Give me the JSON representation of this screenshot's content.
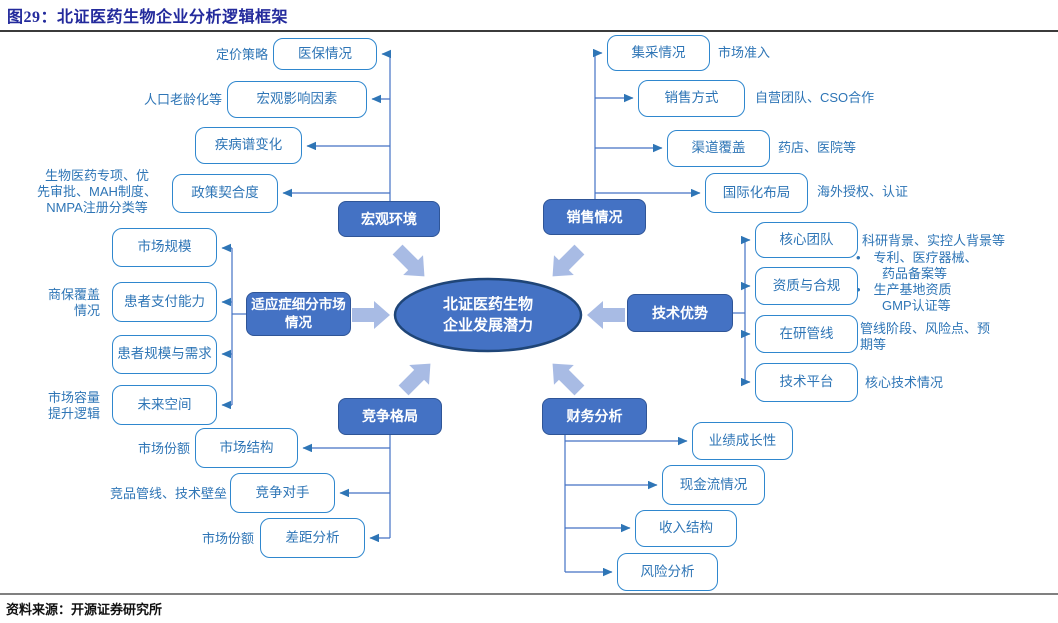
{
  "title": "图29：北证医药生物企业分析逻辑框架",
  "source": "资料来源：开源证券研究所",
  "center": {
    "label": "北证医药生物企业发展潜力"
  },
  "colors": {
    "node_fill": "#4472C4",
    "node_border": "#2F5597",
    "box_border": "#2F87CE",
    "text_blue": "#2E75B6",
    "flow_arrow": "#A8BBE4",
    "connector": "#4472C4",
    "title_text": "#232A9C"
  },
  "clusters": {
    "macro": {
      "node": "宏观环境",
      "items": [
        {
          "label": "医保情况",
          "note": "定价策略"
        },
        {
          "label": "宏观影响因素",
          "note": "人口老龄化等"
        },
        {
          "label": "疾病谱变化",
          "note": ""
        },
        {
          "label": "政策契合度",
          "note": "生物医药专项、优\n先审批、MAH制度、\nNMPA注册分类等"
        }
      ]
    },
    "sales": {
      "node": "销售情况",
      "items": [
        {
          "label": "集采情况",
          "note": "市场准入"
        },
        {
          "label": "销售方式",
          "note": "自营团队、CSO合作"
        },
        {
          "label": "渠道覆盖",
          "note": "药店、医院等"
        },
        {
          "label": "国际化布局",
          "note": "海外授权、认证"
        }
      ]
    },
    "indication": {
      "node": "适应症细分市场情况",
      "items": [
        {
          "label": "市场规模",
          "note": ""
        },
        {
          "label": "患者支付能力",
          "note": "商保覆盖\n情况"
        },
        {
          "label": "患者规模与需求",
          "note": ""
        },
        {
          "label": "未来空间",
          "note": "市场容量\n提升逻辑"
        }
      ]
    },
    "tech": {
      "node": "技术优势",
      "items": [
        {
          "label": "核心团队",
          "note": "科研背景、实控人背景等"
        },
        {
          "label": "资质与合规",
          "note": "•　专利、医疗器械、\n　　药品备案等\n•　生产基地资质\n　　GMP认证等"
        },
        {
          "label": "在研管线",
          "note": "管线阶段、风险点、预\n期等"
        },
        {
          "label": "技术平台",
          "note": "核心技术情况"
        }
      ]
    },
    "competition": {
      "node": "竞争格局",
      "items": [
        {
          "label": "市场结构",
          "note": "市场份额"
        },
        {
          "label": "竞争对手",
          "note": "竞品管线、技术壁垒"
        },
        {
          "label": "差距分析",
          "note": "市场份额"
        }
      ]
    },
    "finance": {
      "node": "财务分析",
      "items": [
        {
          "label": "业绩成长性",
          "note": ""
        },
        {
          "label": "现金流情况",
          "note": ""
        },
        {
          "label": "收入结构",
          "note": ""
        },
        {
          "label": "风险分析",
          "note": ""
        }
      ]
    }
  }
}
